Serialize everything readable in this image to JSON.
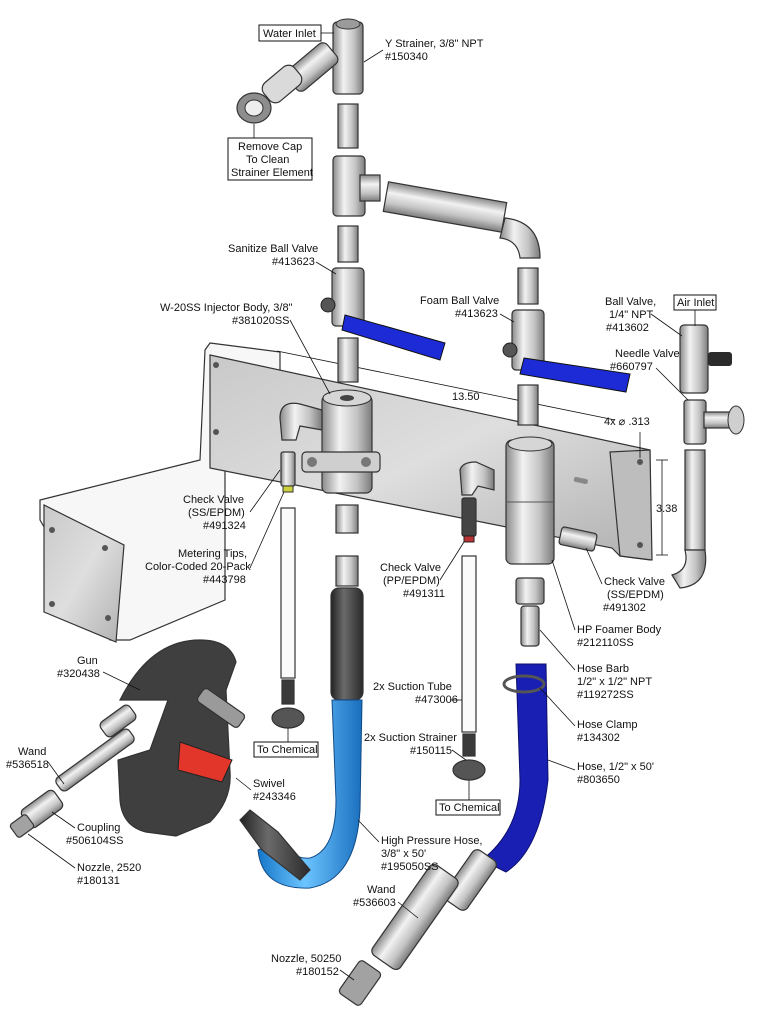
{
  "colors": {
    "steel_light": "#e9e9e9",
    "steel_mid": "#b9b9b9",
    "steel_dark": "#7b7b7b",
    "blue_handle": "#1d2bd6",
    "hose_light_blue": "#2f9be8",
    "hose_dark_blue": "#1a1fb3",
    "hose_black": "#3a3a3a",
    "gun_trigger": "#e2362b",
    "outline": "#222222"
  },
  "callouts": {
    "water_inlet": "Water Inlet",
    "y_strainer_name": "Y Strainer, 3/8\" NPT",
    "y_strainer_part": "#150340",
    "remove_cap_1": "Remove Cap",
    "remove_cap_2": "To Clean",
    "remove_cap_3": "Strainer Element",
    "sanitize_valve_name": "Sanitize Ball Valve",
    "sanitize_valve_part": "#413623",
    "injector_name": "W-20SS Injector Body, 3/8\"",
    "injector_part": "#381020SS",
    "foam_valve_name": "Foam Ball Valve",
    "foam_valve_part": "#413623",
    "ball_valve_name_1": "Ball Valve,",
    "ball_valve_name_2": "1/4\" NPT",
    "ball_valve_part": "#413602",
    "air_inlet": "Air Inlet",
    "needle_valve_name": "Needle Valve",
    "needle_valve_part": "#660797",
    "check_valve_left_1": "Check Valve",
    "check_valve_left_2": "(SS/EPDM)",
    "check_valve_left_part": "#491324",
    "metering_tips_1": "Metering Tips,",
    "metering_tips_2": "Color-Coded 20-Pack",
    "metering_tips_part": "#443798",
    "check_valve_mid_1": "Check Valve",
    "check_valve_mid_2": "(PP/EPDM)",
    "check_valve_mid_part": "#491311",
    "check_valve_right_1": "Check Valve",
    "check_valve_right_2": "(SS/EPDM)",
    "check_valve_right_part": "#491302",
    "hp_foamer_name": "HP Foamer Body",
    "hp_foamer_part": "#212110SS",
    "gun_name": "Gun",
    "gun_part": "#320438",
    "hose_barb_1": "Hose Barb",
    "hose_barb_2": "1/2\" x 1/2\" NPT",
    "hose_barb_part": "#119272SS",
    "suction_tube_name": "2x Suction Tube",
    "suction_tube_part": "#473006",
    "hose_clamp_name": "Hose Clamp",
    "hose_clamp_part": "#134302",
    "wand_left_name": "Wand",
    "wand_left_part": "#536518",
    "suction_strainer_name": "2x Suction Strainer",
    "suction_strainer_part": "#150115",
    "to_chemical_left": "To Chemical",
    "swivel_name": "Swivel",
    "swivel_part": "#243346",
    "hose_right_name": "Hose, 1/2\" x 50'",
    "hose_right_part": "#803650",
    "to_chemical_right": "To Chemical",
    "coupling_name": "Coupling",
    "coupling_part": "#506104SS",
    "hp_hose_name_1": "High Pressure Hose,",
    "hp_hose_name_2": "3/8\" x 50'",
    "hp_hose_part": "#195050SS",
    "nozzle_left_name": "Nozzle, 2520",
    "nozzle_left_part": "#180131",
    "wand_right_name": "Wand",
    "wand_right_part": "#536603",
    "nozzle_right_name": "Nozzle, 50250",
    "nozzle_right_part": "#180152"
  },
  "dimensions": {
    "width_label": "13.50",
    "hole_label": "4x ⌀ .313",
    "height_label": "3.38"
  }
}
